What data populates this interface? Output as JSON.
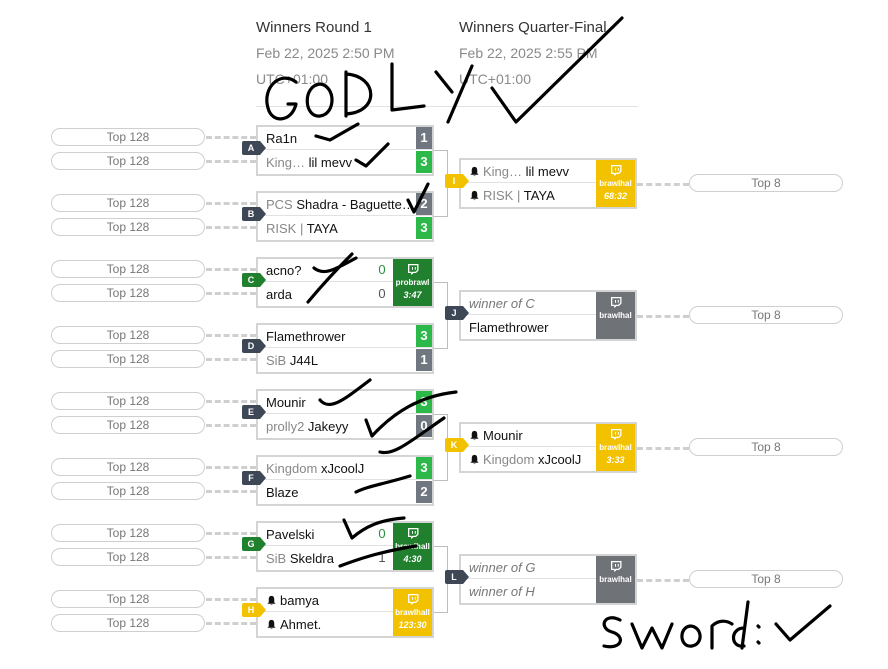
{
  "rounds": [
    {
      "title": "Winners Round 1",
      "date": "Feb 22, 2025 2:50 PM",
      "timezone": "UTC+01:00"
    },
    {
      "title": "Winners Quarter-Final",
      "date": "Feb 22, 2025 2:55 PM",
      "timezone": "UTC+01:00"
    }
  ],
  "left_pill": "Top 128",
  "right_pill": "Top 8",
  "r1": [
    {
      "label": "A",
      "top": {
        "tag": "",
        "name": "Ra1n",
        "score": "1",
        "result": "lose"
      },
      "bot": {
        "tag": "King…",
        "name": "lil mevv",
        "score": "3",
        "result": "win"
      }
    },
    {
      "label": "B",
      "top": {
        "tag": "PCS",
        "name": "Shadra - Baguette…",
        "score": "2",
        "result": "lose"
      },
      "bot": {
        "tag": "RISK |",
        "name": "TAYA",
        "score": "3",
        "result": "win"
      }
    },
    {
      "label": "C",
      "top": {
        "tag": "",
        "name": "acno?",
        "score": "0",
        "result": "plain"
      },
      "bot": {
        "tag": "",
        "name": "arda",
        "score": "0",
        "result": "plain"
      },
      "stream": {
        "color": "green",
        "name": "probrawl",
        "time": "3:47"
      }
    },
    {
      "label": "D",
      "top": {
        "tag": "",
        "name": "Flamethrower",
        "score": "3",
        "result": "win"
      },
      "bot": {
        "tag": "SiB",
        "name": "J44L",
        "score": "1",
        "result": "lose"
      }
    },
    {
      "label": "E",
      "top": {
        "tag": "",
        "name": "Mounir",
        "score": "3",
        "result": "win"
      },
      "bot": {
        "tag": "prolly2",
        "name": "Jakeyy",
        "score": "0",
        "result": "lose"
      }
    },
    {
      "label": "F",
      "top": {
        "tag": "Kingdom",
        "name": "xJcoolJ",
        "score": "3",
        "result": "win"
      },
      "bot": {
        "tag": "",
        "name": "Blaze",
        "score": "2",
        "result": "lose"
      }
    },
    {
      "label": "G",
      "top": {
        "tag": "",
        "name": "Pavelski",
        "score": "0",
        "result": "plain"
      },
      "bot": {
        "tag": "SiB",
        "name": "Skeldra",
        "score": "1",
        "result": "plain"
      },
      "stream": {
        "color": "green",
        "name": "brawlhall",
        "time": "4:30"
      }
    },
    {
      "label": "H",
      "top": {
        "tag": "",
        "name": "bamya",
        "bell": true
      },
      "bot": {
        "tag": "",
        "name": "Ahmet.",
        "bell": true
      },
      "stream": {
        "color": "yellow",
        "name": "brawlhall",
        "time": "123:30"
      }
    }
  ],
  "qf": [
    {
      "label": "I",
      "top": {
        "tag": "King…",
        "name": "lil mevv",
        "bell": true
      },
      "bot": {
        "tag": "RISK |",
        "name": "TAYA",
        "bell": true
      },
      "stream": {
        "color": "yellow",
        "name": "brawlhal",
        "time": "68:32"
      }
    },
    {
      "label": "J",
      "top": {
        "placeholder": "winner of C"
      },
      "bot": {
        "tag": "",
        "name": "Flamethrower"
      },
      "stream": {
        "color": "gray",
        "name": "brawlhal",
        "time": ""
      }
    },
    {
      "label": "K",
      "top": {
        "tag": "",
        "name": "Mounir",
        "bell": true
      },
      "bot": {
        "tag": "Kingdom",
        "name": "xJcoolJ",
        "bell": true
      },
      "stream": {
        "color": "yellow",
        "name": "brawlhal",
        "time": "3:33"
      }
    },
    {
      "label": "L",
      "top": {
        "placeholder": "winner of G"
      },
      "bot": {
        "placeholder": "winner of H"
      },
      "stream": {
        "color": "gray",
        "name": "brawlhal",
        "time": ""
      }
    }
  ],
  "annotations": {
    "top": "GODLY",
    "bottom": "sword:"
  },
  "colors": {
    "win": "#2db84a",
    "lose": "#707780",
    "stream_green": "#21802e",
    "stream_yellow": "#f2c200",
    "stream_gray": "#6f7378",
    "label_dark": "#3d4756"
  }
}
